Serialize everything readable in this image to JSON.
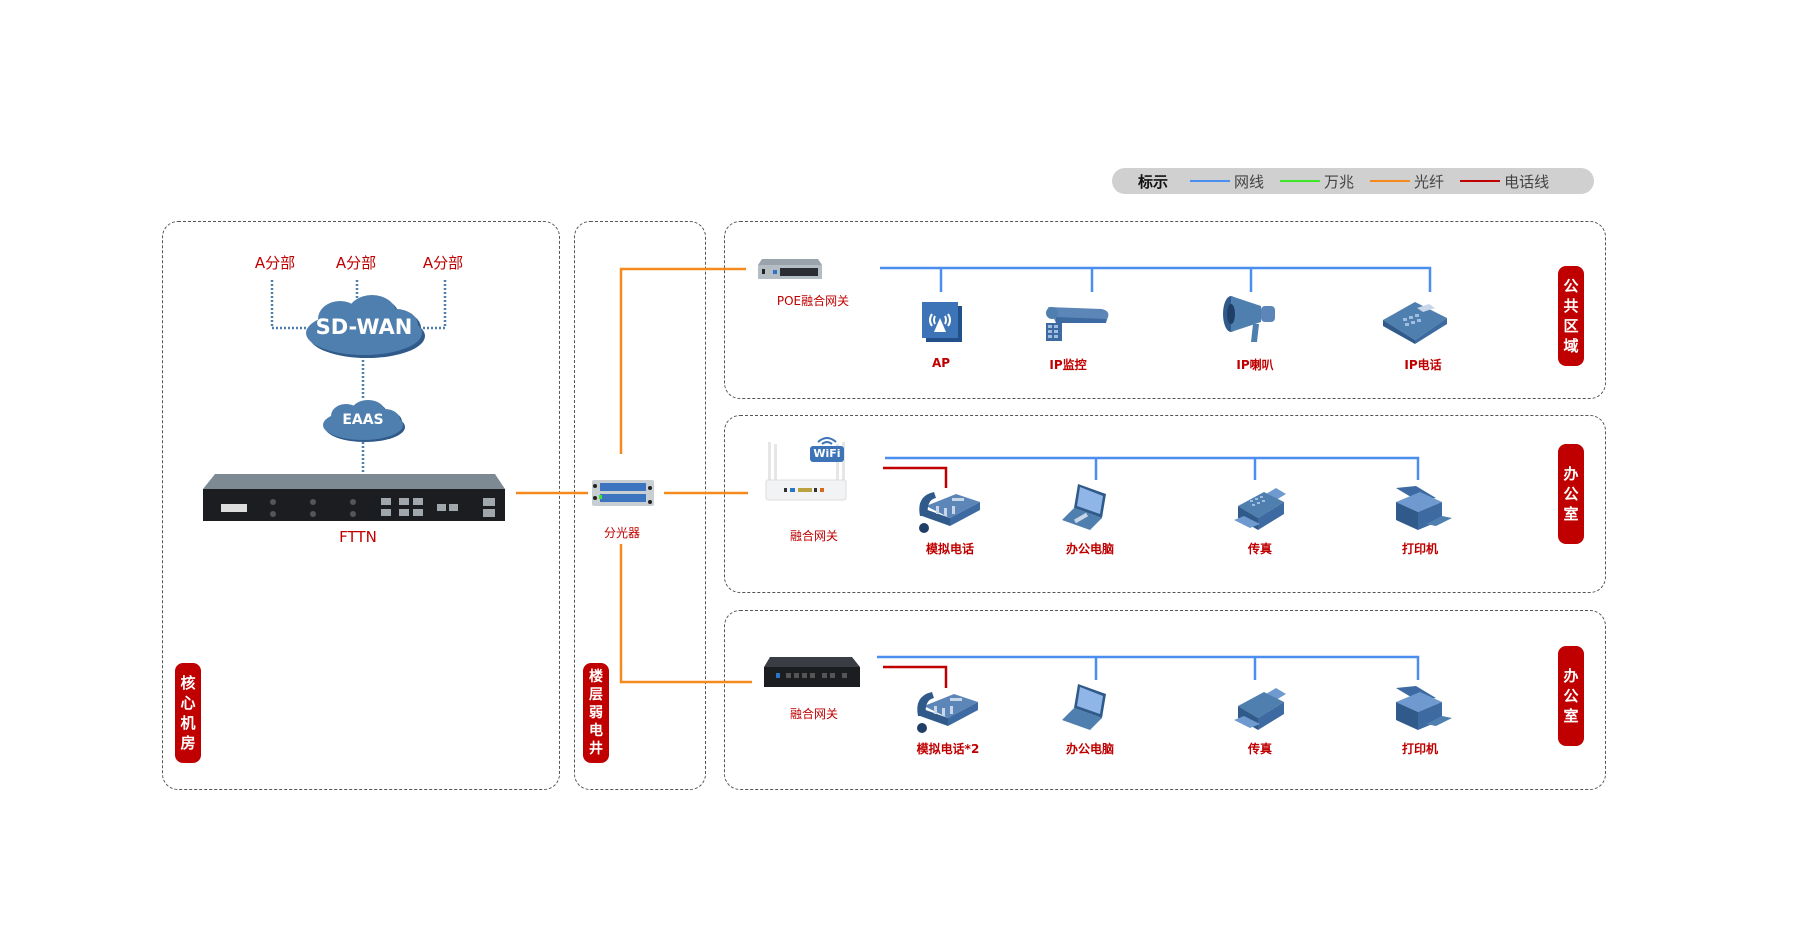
{
  "legend": {
    "title": "标示",
    "items": [
      {
        "label": "网线",
        "color": "#4a8ef0"
      },
      {
        "label": "万兆",
        "color": "#3ee62a"
      },
      {
        "label": "光纤",
        "color": "#f5891e"
      },
      {
        "label": "电话线",
        "color": "#c00000"
      }
    ]
  },
  "zones": {
    "core_room": {
      "tag": [
        "核",
        "心",
        "机",
        "房"
      ]
    },
    "floor_shaft": {
      "tag": [
        "楼",
        "层",
        "弱",
        "电",
        "井"
      ]
    },
    "public_area": {
      "tag": [
        "公",
        "共",
        "区",
        "域"
      ]
    },
    "office_1": {
      "tag": [
        "办",
        "公",
        "室"
      ]
    },
    "office_2": {
      "tag": [
        "办",
        "公",
        "室"
      ]
    }
  },
  "core": {
    "branches": [
      "A分部",
      "A分部",
      "A分部"
    ],
    "sdwan": "SD-WAN",
    "eaas": "EAAS",
    "fttn": "FTTN"
  },
  "splitter": {
    "label": "分光器"
  },
  "public_area": {
    "gateway": "POE融合网关",
    "devices": [
      "AP",
      "IP监控",
      "IP喇叭",
      "IP电话"
    ]
  },
  "office_1": {
    "gateway": "融合网关",
    "wifi_badge": "WiFi",
    "devices": [
      "模拟电话",
      "办公电脑",
      "传真",
      "打印机"
    ]
  },
  "office_2": {
    "gateway": "融合网关",
    "devices": [
      "模拟电话*2",
      "办公电脑",
      "传真",
      "打印机"
    ]
  },
  "colors": {
    "accent_red": "#c00000",
    "device_blue": "#3f6fa8",
    "cloud_blue": "#4f7fae"
  }
}
